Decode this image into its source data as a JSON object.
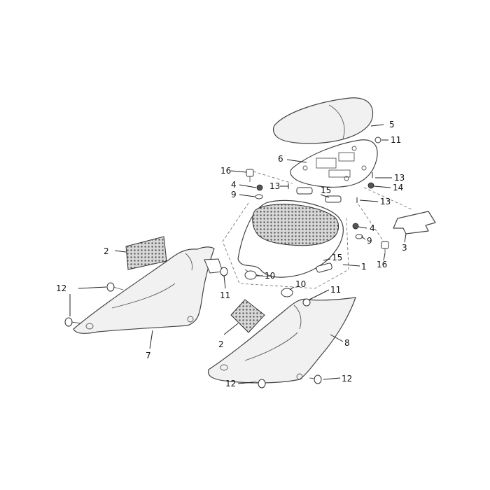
{
  "callouts": {
    "c1": "1",
    "c2a": "2",
    "c2b": "2",
    "c3": "3",
    "c4a": "4",
    "c4b": "4",
    "c5": "5",
    "c6": "6",
    "c7": "7",
    "c8": "8",
    "c9a": "9",
    "c9b": "9",
    "c10a": "10",
    "c10b": "10",
    "c11a": "11",
    "c11b": "11",
    "c11c": "11",
    "c12a": "12",
    "c12b": "12",
    "c12c": "12",
    "c13a": "13",
    "c13b": "13",
    "c13c": "13",
    "c14": "14",
    "c15a": "15",
    "c15b": "15",
    "c16a": "16",
    "c16b": "16"
  }
}
